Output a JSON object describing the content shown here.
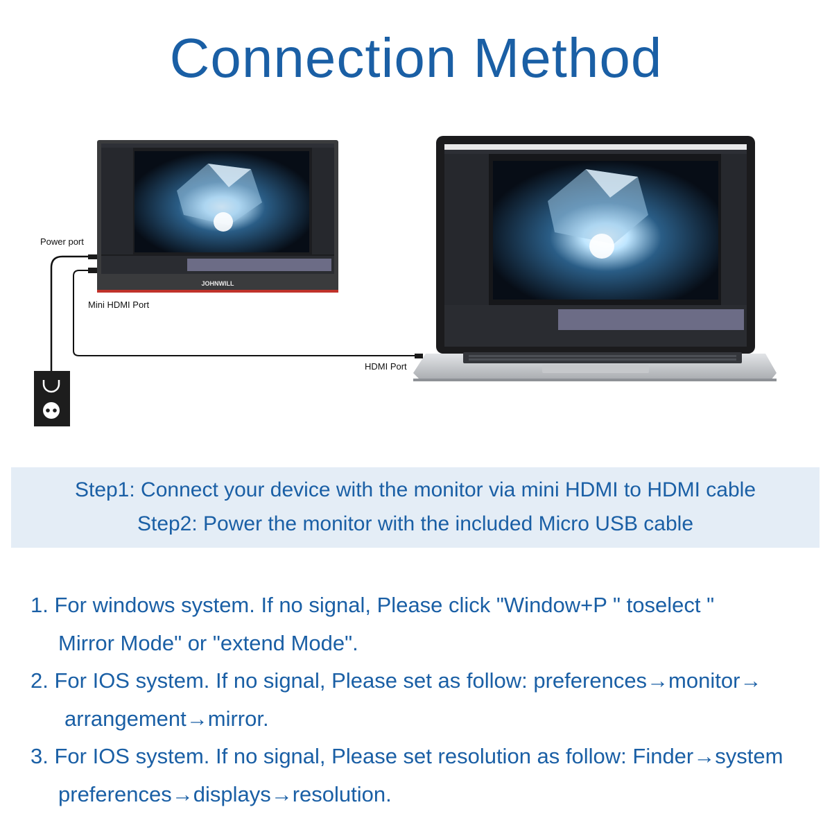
{
  "title": "Connection Method",
  "diagram": {
    "power_port_label": "Power port",
    "mini_hdmi_label": "Mini HDMI Port",
    "hdmi_label": "HDMI Port",
    "monitor_brand": "JOHNWILL"
  },
  "steps": {
    "step1": "Step1: Connect your device with the monitor via mini HDMI to HDMI cable",
    "step2": "Step2: Power the monitor with the included Micro USB cable"
  },
  "notes": [
    {
      "line1": "1. For windows system. If no signal, Please click \"Window+P \" toselect \"",
      "line2": "Mirror Mode\" or \"extend Mode\"."
    },
    {
      "line1": "2. For IOS system. If no signal, Please set as follow: preferences→monitor→",
      "line2": "arrangement→mirror."
    },
    {
      "line1": "3. For IOS system. If no signal, Please set resolution as follow: Finder→system",
      "line2": "preferences→displays→resolution."
    }
  ],
  "colors": {
    "title": "#1a5fa5",
    "text": "#1a5fa5",
    "steps_bg": "#e4edf6"
  }
}
